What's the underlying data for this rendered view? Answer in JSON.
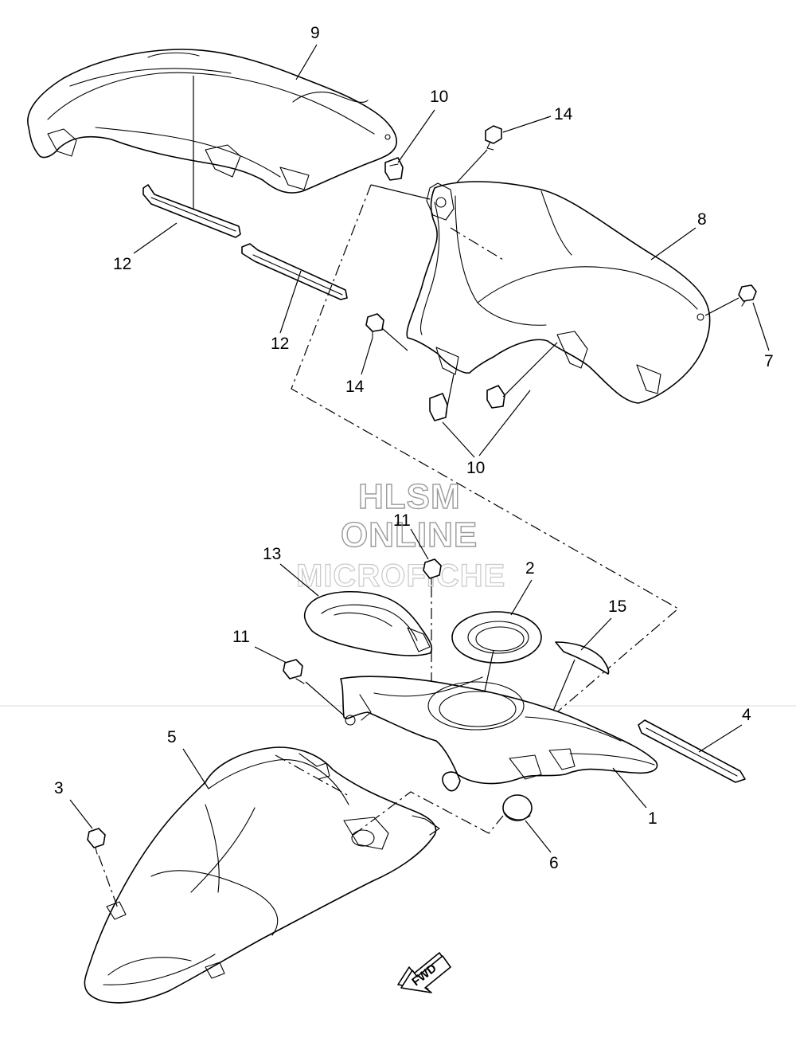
{
  "watermark": {
    "line1": "HLSM",
    "line2": "ONLINE",
    "line3": "MICROFICHE"
  },
  "direction_arrow": {
    "label": "FWD",
    "icon": "fwd-arrow-icon"
  },
  "callouts": {
    "c1": "1",
    "c2": "2",
    "c3": "3",
    "c4": "4",
    "c5": "5",
    "c6": "6",
    "c7": "7",
    "c8": "8",
    "c9": "9",
    "c10_top": "10",
    "c10_bottom": "10",
    "c11_top": "11",
    "c11_left": "11",
    "c12_left": "12",
    "c12_mid": "12",
    "c13": "13",
    "c14_top": "14",
    "c14_left": "14",
    "c15": "15"
  },
  "colors": {
    "line": "#000000",
    "background": "#ffffff",
    "watermark_outline": "#9a9a9a"
  }
}
